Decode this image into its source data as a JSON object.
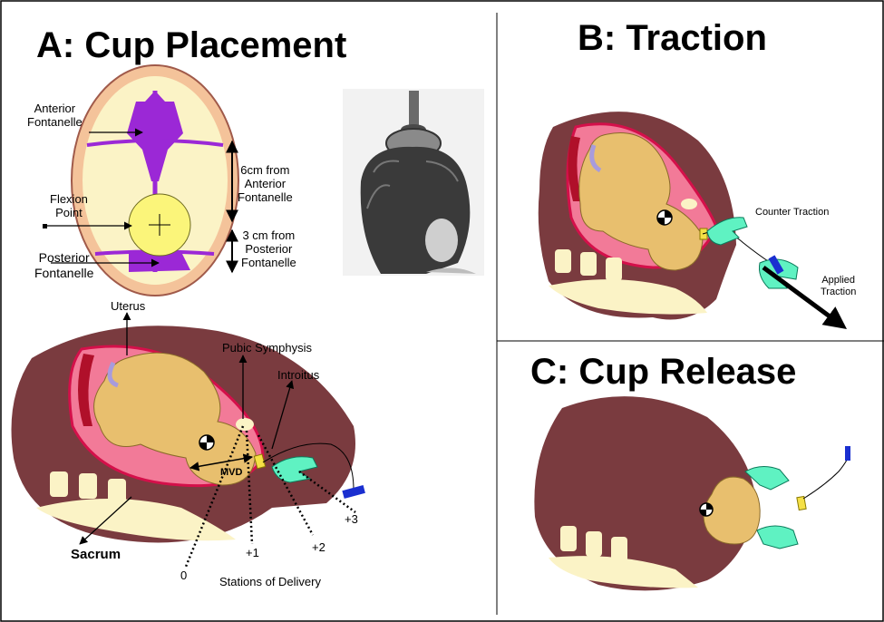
{
  "panels": {
    "a": {
      "title": "A: Cup Placement",
      "skull_labels": {
        "anterior_fontanelle": "Anterior\nFontanelle",
        "flexion_point": "Flexion\nPoint",
        "posterior_fontanelle": "Posterior\nFontanelle",
        "distance_anterior": "6cm from\nAnterior\nFontanelle",
        "distance_posterior": "3 cm from\nPosterior\nFontanelle"
      },
      "pelvis_labels": {
        "uterus": "Uterus",
        "pubic_symphysis": "Pubic Symphysis",
        "introitus": "Introitus",
        "mvd": "MVD",
        "sacrum": "Sacrum",
        "stations_caption": "Stations of Delivery"
      },
      "stations": [
        "0",
        "+1",
        "+2",
        "+3"
      ]
    },
    "b": {
      "title": "B: Traction",
      "labels": {
        "counter_traction": "Counter Traction",
        "applied_traction": "Applied\nTraction"
      }
    },
    "c": {
      "title": "C: Cup Release"
    }
  },
  "colors": {
    "uterus_wall": "#7a3b3f",
    "amniotic": "#f27a98",
    "fetus": "#e8bf6e",
    "bone": "#fbf3c6",
    "fontanelle": "#9b28d6",
    "flexion_point": "#fbf57a",
    "skull_rim": "#f4c39a",
    "hand": "#5ff2c2",
    "cup_handle": "#1a2fd0",
    "cup": "#f5e046",
    "placenta": "#b0102a"
  }
}
